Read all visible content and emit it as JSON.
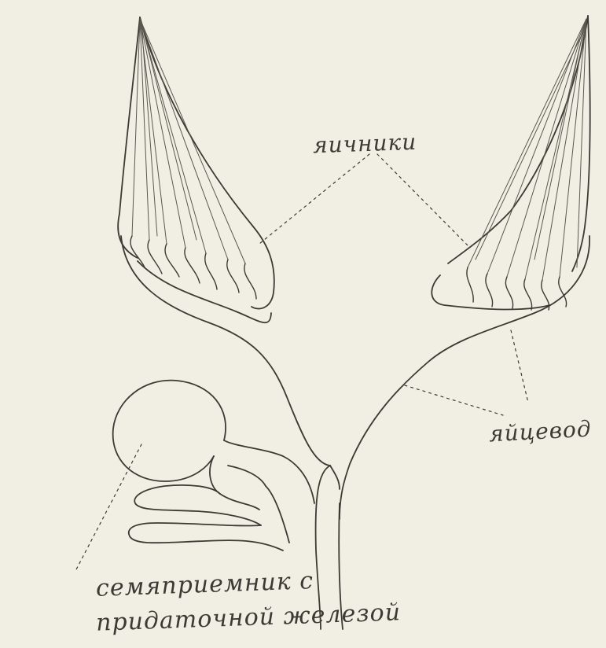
{
  "labels": {
    "ovaries": "яичники",
    "oviduct": "яйцевод",
    "receptacle_line1": "семяприемник с",
    "receptacle_line2": "придаточной железой"
  },
  "colors": {
    "paper": "#f1efe4",
    "ink": "#3b3a34",
    "pencil": "#5a584f"
  }
}
